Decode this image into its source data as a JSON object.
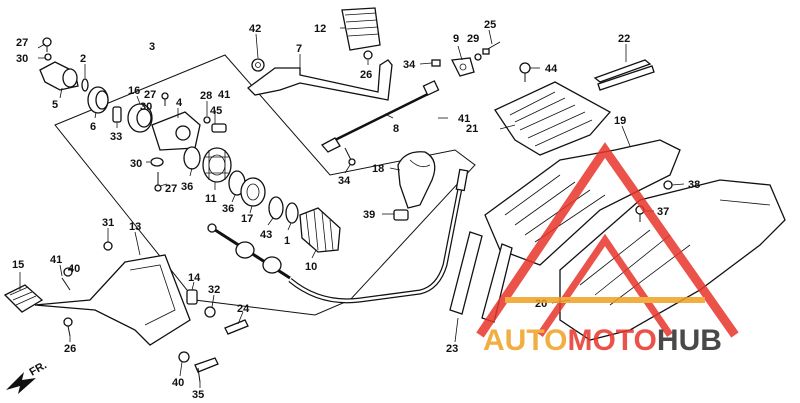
{
  "diagram": {
    "direction_label": "FR.",
    "callouts": [
      {
        "id": "c27a",
        "label": "27"
      },
      {
        "id": "c30a",
        "label": "30"
      },
      {
        "id": "c5",
        "label": "5"
      },
      {
        "id": "c2",
        "label": "2"
      },
      {
        "id": "c3",
        "label": "3"
      },
      {
        "id": "c6",
        "label": "6"
      },
      {
        "id": "c16",
        "label": "16"
      },
      {
        "id": "c27b",
        "label": "27"
      },
      {
        "id": "c30b",
        "label": "30"
      },
      {
        "id": "c33",
        "label": "33"
      },
      {
        "id": "c4",
        "label": "4"
      },
      {
        "id": "c28",
        "label": "28"
      },
      {
        "id": "c45",
        "label": "45"
      },
      {
        "id": "c41a",
        "label": "41"
      },
      {
        "id": "c30c",
        "label": "30"
      },
      {
        "id": "c27c",
        "label": "27"
      },
      {
        "id": "c36a",
        "label": "36"
      },
      {
        "id": "c11",
        "label": "11"
      },
      {
        "id": "c36b",
        "label": "36"
      },
      {
        "id": "c17",
        "label": "17"
      },
      {
        "id": "c43",
        "label": "43"
      },
      {
        "id": "c1",
        "label": "1"
      },
      {
        "id": "c10",
        "label": "10"
      },
      {
        "id": "c42",
        "label": "42"
      },
      {
        "id": "c12",
        "label": "12"
      },
      {
        "id": "c7",
        "label": "7"
      },
      {
        "id": "c26a",
        "label": "26"
      },
      {
        "id": "c9",
        "label": "9"
      },
      {
        "id": "c25",
        "label": "25"
      },
      {
        "id": "c29",
        "label": "29"
      },
      {
        "id": "c34a",
        "label": "34"
      },
      {
        "id": "c8",
        "label": "8"
      },
      {
        "id": "c34b",
        "label": "34"
      },
      {
        "id": "c41b",
        "label": "41"
      },
      {
        "id": "c18",
        "label": "18"
      },
      {
        "id": "c39",
        "label": "39"
      },
      {
        "id": "c44",
        "label": "44"
      },
      {
        "id": "c22",
        "label": "22"
      },
      {
        "id": "c21",
        "label": "21"
      },
      {
        "id": "c19",
        "label": "19"
      },
      {
        "id": "c38",
        "label": "38"
      },
      {
        "id": "c37",
        "label": "37"
      },
      {
        "id": "c20",
        "label": "20"
      },
      {
        "id": "c23",
        "label": "23"
      },
      {
        "id": "c31",
        "label": "31"
      },
      {
        "id": "c13",
        "label": "13"
      },
      {
        "id": "c15",
        "label": "15"
      },
      {
        "id": "c41c",
        "label": "41"
      },
      {
        "id": "c40a",
        "label": "40"
      },
      {
        "id": "c26b",
        "label": "26"
      },
      {
        "id": "c14",
        "label": "14"
      },
      {
        "id": "c32",
        "label": "32"
      },
      {
        "id": "c24",
        "label": "24"
      },
      {
        "id": "c40b",
        "label": "40"
      },
      {
        "id": "c35",
        "label": "35"
      }
    ]
  },
  "watermark": {
    "brand_part1": "AUTO",
    "brand_part2": "MOTO",
    "brand_part3": "HUB",
    "color_primary": "#e8352b",
    "color_secondary": "#f0a020",
    "color_dark": "#2a2a2a"
  }
}
